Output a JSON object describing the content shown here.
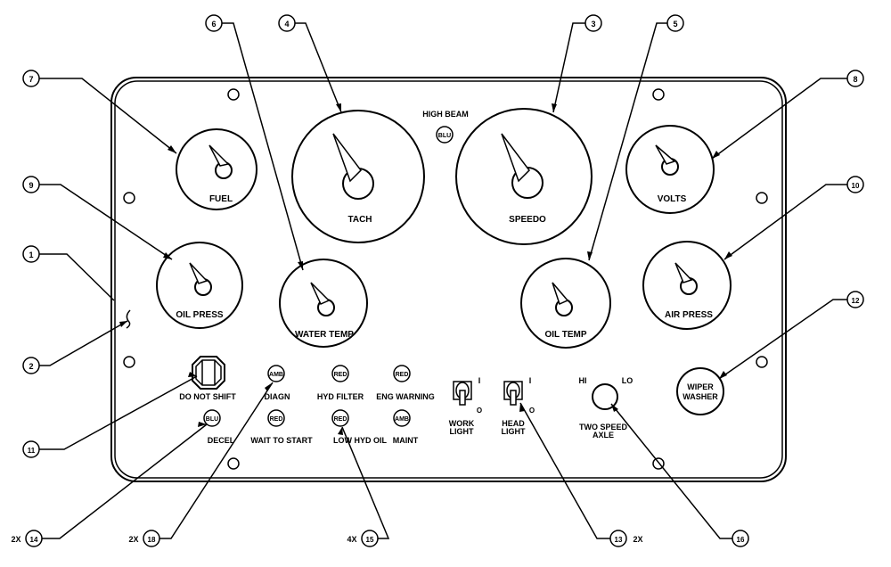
{
  "callouts": {
    "c1": "1",
    "c2": "2",
    "c3": "3",
    "c4": "4",
    "c5": "5",
    "c6": "6",
    "c7": "7",
    "c8": "8",
    "c9": "9",
    "c10": "10",
    "c11": "11",
    "c12": "12",
    "c13": "13",
    "c14": "14",
    "c15": "15",
    "c16": "16",
    "c18": "18"
  },
  "multipliers": {
    "m14": "2X",
    "m18": "2X",
    "m15": "4X",
    "m13": "2X"
  },
  "gauges": {
    "fuel": "FUEL",
    "tach": "TACH",
    "speedo": "SPEEDO",
    "volts": "VOLTS",
    "oil_press": "OIL PRESS",
    "water_temp": "WATER TEMP",
    "oil_temp": "OIL TEMP",
    "air_press": "AIR PRESS"
  },
  "high_beam": {
    "label": "HIGH BEAM",
    "color": "BLU"
  },
  "indicators": {
    "do_not_shift": "DO NOT SHIFT",
    "diagn": {
      "label": "DIAGN",
      "color": "AMB"
    },
    "hyd_filter": {
      "label": "HYD FILTER",
      "color": "RED"
    },
    "eng_warning": {
      "label": "ENG WARNING",
      "color": "RED"
    },
    "decel": {
      "label": "DECEL",
      "color": "BLU"
    },
    "wait_to_start": {
      "label": "WAIT TO START",
      "color": "RED"
    },
    "low_hyd_oil": {
      "label": "LOW HYD OIL",
      "color": "RED"
    },
    "maint": {
      "label": "MAINT",
      "color": "AMB"
    }
  },
  "switches": {
    "work_light": {
      "line1": "WORK",
      "line2": "LIGHT",
      "on": "I",
      "off": "O"
    },
    "head_light": {
      "line1": "HEAD",
      "line2": "LIGHT",
      "on": "I",
      "off": "O"
    }
  },
  "two_speed": {
    "hi": "HI",
    "lo": "LO",
    "line1": "TWO SPEED",
    "line2": "AXLE"
  },
  "wiper": {
    "line1": "WIPER",
    "line2": "WASHER"
  }
}
